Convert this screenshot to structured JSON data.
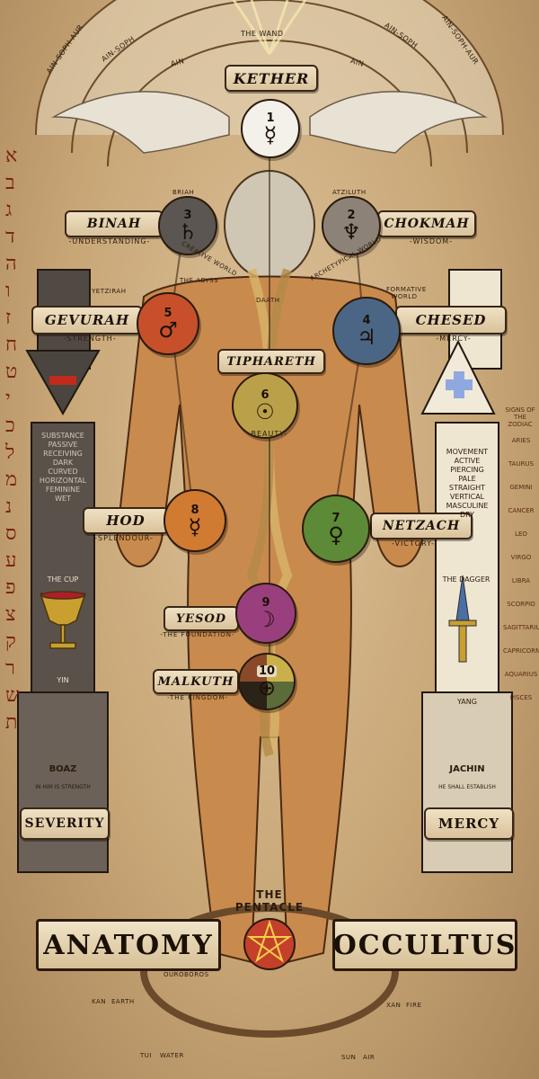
{
  "top": {
    "wand": "THE WAND",
    "ain_soph_aur_left": "AIN-SOPH-AUR",
    "ain_soph_left": "AIN-SOPH",
    "ain_left": "AIN",
    "ain_right": "AIN",
    "ain_soph_right": "AIN-SOPH",
    "ain_soph_aur_right": "AIN-SOPH-AUR"
  },
  "kether": {
    "name": "KETHER",
    "num": "1",
    "sym": "☿"
  },
  "binah": {
    "name": "BINAH",
    "sub": "-UNDERSTANDING-",
    "num": "3",
    "sym": "♄",
    "world": "BRIAH",
    "world2": "CREATIVE WORLD"
  },
  "chokmah": {
    "name": "CHOKMAH",
    "sub": "-WISDOM-",
    "num": "2",
    "sym": "♆",
    "world": "ATZILUTH",
    "world2": "ARCHETYPICAL WORLD"
  },
  "abyss": "THE ABYSS",
  "yetzirah": "YETZIRAH",
  "formative": "FORMATIVE WORLD",
  "daath": "DAATH",
  "gevurah": {
    "name": "GEVURAH",
    "sub": "-STRENGTH-",
    "num": "5",
    "sym": "♂"
  },
  "chesed": {
    "name": "CHESED",
    "sub": "-MERCY-",
    "num": "4",
    "sym": "♃"
  },
  "tiphareth": {
    "name": "TIPHARETH",
    "sub": "-BEAUTY-",
    "num": "6",
    "sym": "☉"
  },
  "hod": {
    "name": "HOD",
    "sub": "-SPLENDOUR-",
    "num": "8",
    "sym": "☿"
  },
  "netzach": {
    "name": "NETZACH",
    "sub": "-VICTORY-",
    "num": "7",
    "sym": "♀"
  },
  "yesod": {
    "name": "YESOD",
    "sub": "-THE FOUNDATION-",
    "num": "9",
    "sym": "☽"
  },
  "malkuth": {
    "name": "MALKUTH",
    "sub": "-THE KINGDOM-",
    "num": "10",
    "sym": "⊕"
  },
  "left_pillar": {
    "words": "SUBSTANCE\nPASSIVE\nRECEIVING\nDARK\nCURVED\nHORIZONTAL\nFEMININE\nWET",
    "cup": "THE CUP",
    "yin": "YIN",
    "boaz": "BOAZ",
    "boaz_sub": "IN HIM IS STRENGTH",
    "label": "SEVERITY"
  },
  "right_pillar": {
    "words": "MOVEMENT\nACTIVE\nPIERCING\nPALE\nSTRAIGHT\nVERTICAL\nMASCULINE\nDRY",
    "dagger": "THE DAGGER",
    "yang": "YANG",
    "jachin": "JACHIN",
    "jachin_sub": "HE SHALL ESTABLISH",
    "label": "MERCY"
  },
  "zodiac": {
    "header": "SIGNS OF THE ZODIAC",
    "signs": [
      "ARIES",
      "TAURUS",
      "GEMINI",
      "CANCER",
      "LEO",
      "VIRGO",
      "LIBRA",
      "SCORPIO",
      "SAGITTARIUS",
      "CAPRICORN",
      "AQUARIUS",
      "PISCES"
    ]
  },
  "pentacle": {
    "title": "THE PENTACLE"
  },
  "title": {
    "left": "ANATOMY",
    "right": "OCCULTUS"
  },
  "ouroboros": "OUROBOROS",
  "trigrams": {
    "kan": "KAN",
    "earth": "EARTH",
    "tui": "TUI",
    "water": "WATER",
    "xan": "XAN",
    "fire": "FIRE",
    "sun": "SUN",
    "air": "AIR"
  },
  "colors": {
    "gevurah": "#c7502a",
    "chesed": "#4b6685",
    "tiphareth": "#bba04a",
    "hod": "#d07a32",
    "netzach": "#5c8a36",
    "yesod": "#9a3f7d",
    "chokmah": "#8c8277",
    "binah": "#5b5652",
    "kether": "#f4f1ea"
  }
}
